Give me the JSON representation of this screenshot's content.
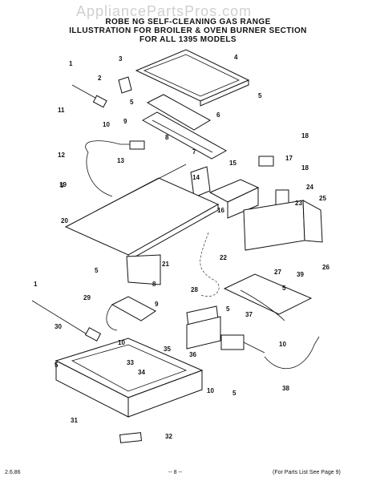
{
  "watermark": "AppliancePartsPros.com",
  "header": {
    "line1": "ROBE  NG  SELF-CLEANING GAS RANGE",
    "line2": "ILLUSTRATION FOR BROILER & OVEN BURNER SECTION",
    "line3": "FOR ALL 1395    MODELS"
  },
  "footer": {
    "left": "2.6.86",
    "center": "-- 8 --",
    "right": "(For Parts List See Page 9)"
  },
  "callouts": [
    "1",
    "2",
    "3",
    "4",
    "5",
    "6",
    "7",
    "8",
    "9",
    "10",
    "11",
    "12",
    "13",
    "14",
    "15",
    "16",
    "17",
    "18",
    "19",
    "20",
    "21",
    "22",
    "23",
    "24",
    "25",
    "26",
    "27",
    "28",
    "29",
    "30",
    "31",
    "32",
    "33",
    "34",
    "35",
    "36",
    "37",
    "38",
    "39"
  ]
}
